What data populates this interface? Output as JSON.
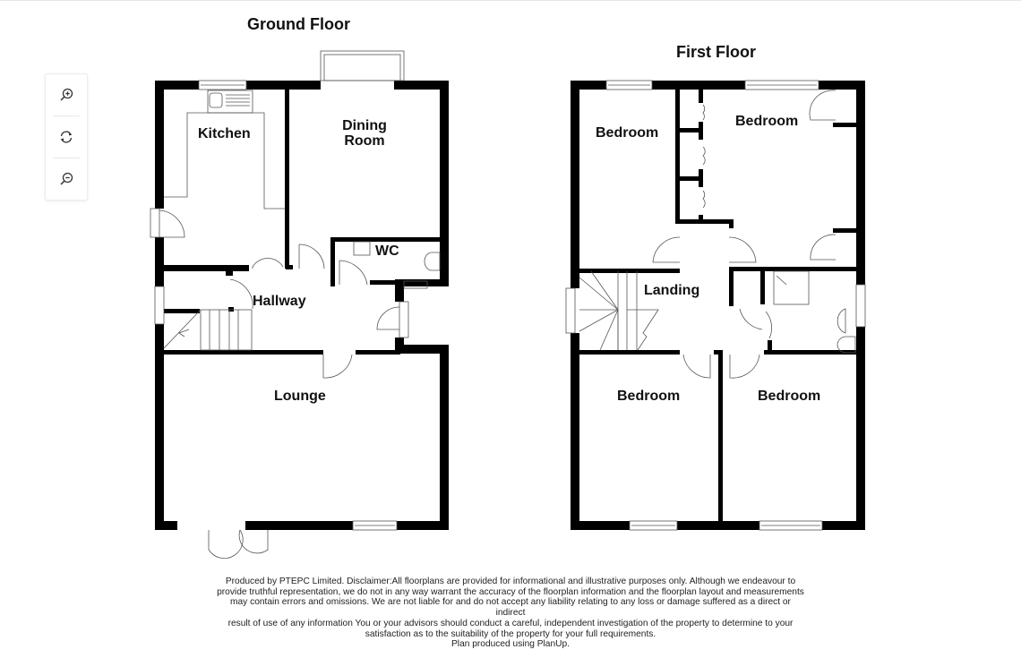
{
  "floors": [
    {
      "title": "Ground Floor",
      "rooms": [
        {
          "label": "Kitchen"
        },
        {
          "label": "Dining Room"
        },
        {
          "label": "WC"
        },
        {
          "label": "Hallway"
        },
        {
          "label": "Lounge"
        }
      ]
    },
    {
      "title": "First Floor",
      "rooms": [
        {
          "label": "Bedroom"
        },
        {
          "label": "Bedroom"
        },
        {
          "label": "Landing"
        },
        {
          "label": "Bedroom"
        },
        {
          "label": "Bedroom"
        }
      ]
    }
  ],
  "zoom_controls": {
    "zoom_in": {
      "icon": "zoom-in-icon"
    },
    "reset": {
      "icon": "rotate-reset-icon"
    },
    "zoom_out": {
      "icon": "zoom-out-icon"
    }
  },
  "disclaimer": {
    "lines": [
      "Produced by PTEPC Limited. Disclaimer:All floorplans are provided for informational and illustrative purposes only. Although we endeavour to",
      "provide truthful representation, we do not in any way warrant the accuracy of the floorplan information and the floorplan layout and measurements",
      "may contain errors and omissions. We are not liable for and do not accept any liability relating to any loss or damage suffered as a direct or indirect",
      "result of use of any information You or your advisors should conduct a careful, independent investigation of the property to determine to your",
      "satisfaction as to the suitability of the property for your full requirements.",
      "Plan produced using PlanUp."
    ]
  },
  "colors": {
    "wall": "#000000",
    "line": "#555555",
    "background": "#ffffff"
  }
}
